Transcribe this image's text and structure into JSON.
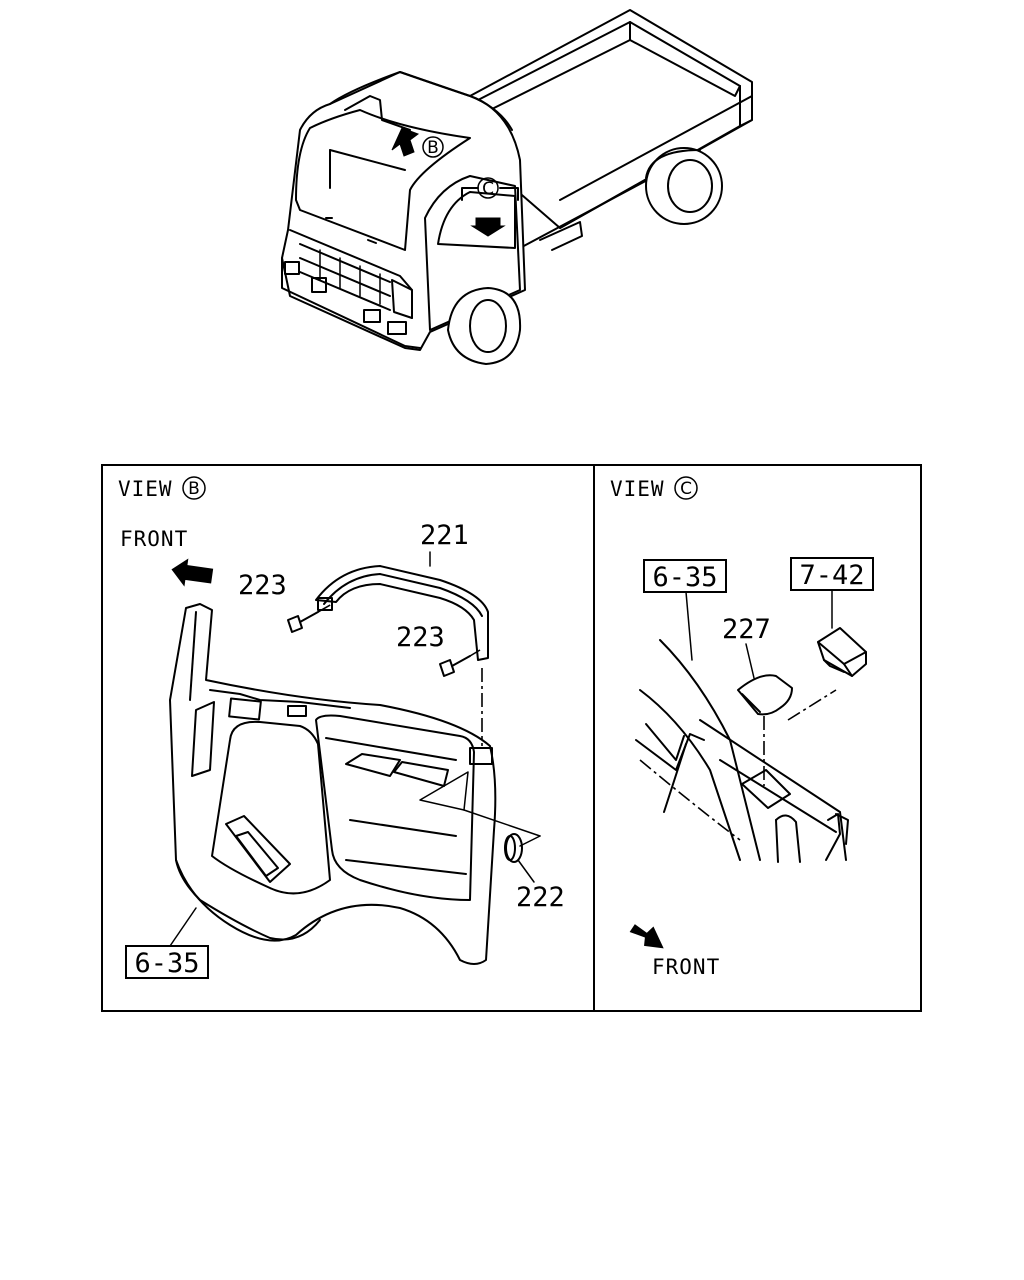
{
  "overview": {
    "marker_b": "B",
    "marker_c": "C"
  },
  "view_b": {
    "title": "VIEW",
    "marker": "B",
    "front_label": "FRONT",
    "parts": {
      "p221": "221",
      "p223_top": "223",
      "p223_right": "223",
      "p222": "222"
    },
    "reference": "6-35"
  },
  "view_c": {
    "title": "VIEW",
    "marker": "C",
    "front_label": "FRONT",
    "parts": {
      "p227": "227"
    },
    "reference_left": "6-35",
    "reference_right": "7-42"
  }
}
